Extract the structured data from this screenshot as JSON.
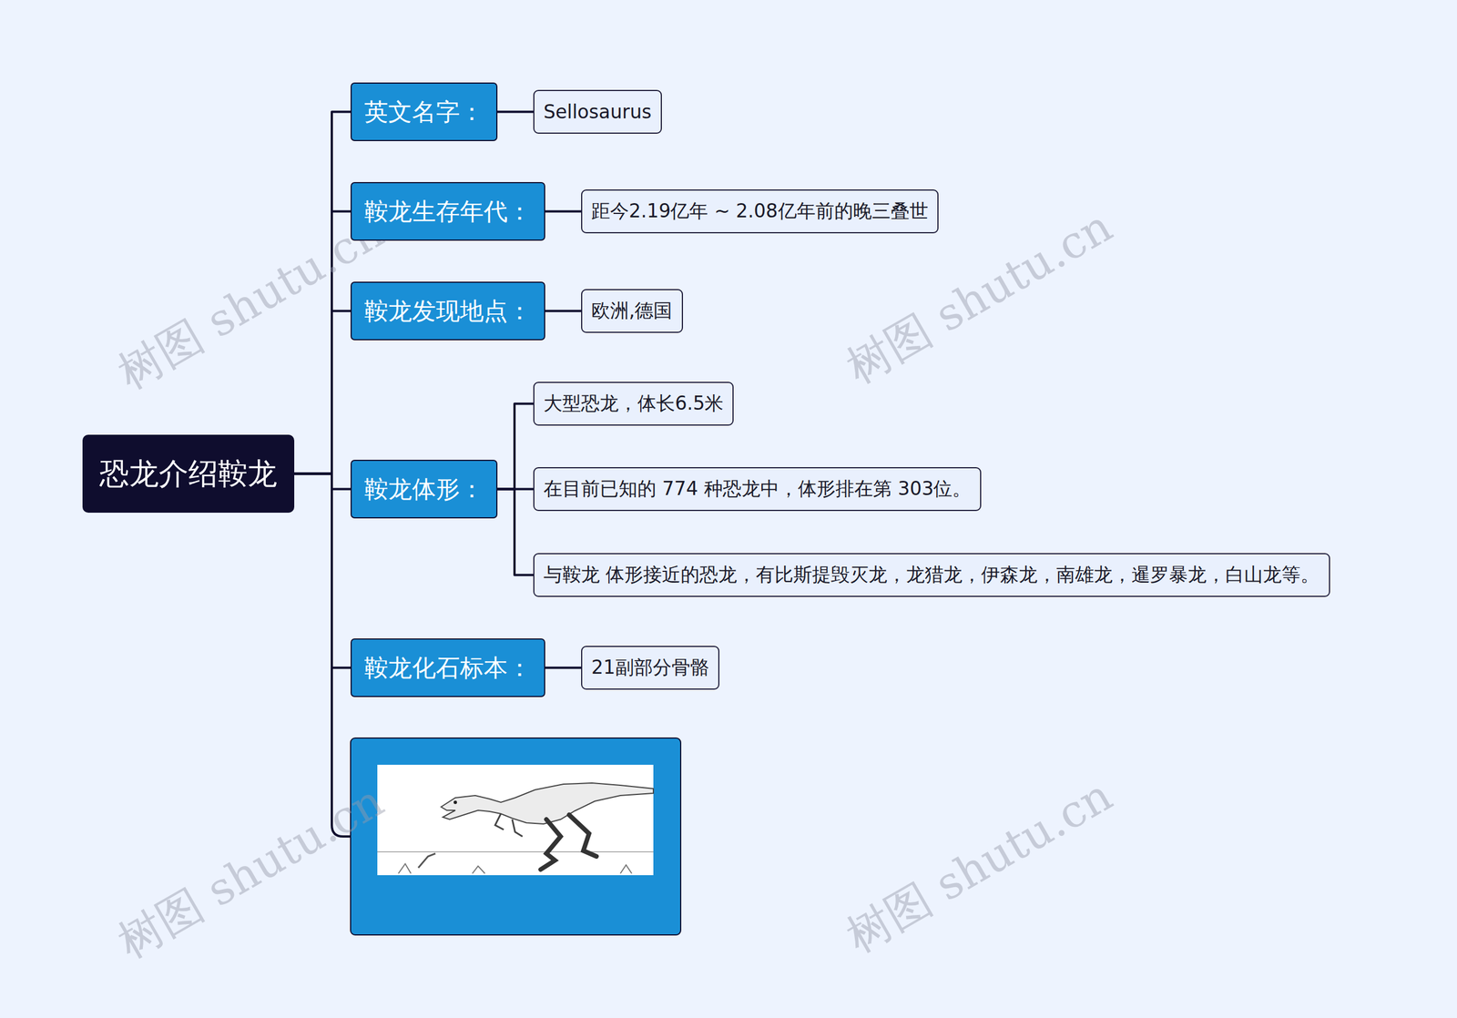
{
  "diagram": {
    "nodes": [
      {
        "text": [
          "恐龙介绍鞍龙"
        ]
      },
      {
        "text": [
          "英文名字："
        ]
      },
      {
        "text": [
          "Sellosaurus"
        ]
      },
      {
        "text": [
          "鞍龙生存年代："
        ]
      },
      {
        "text": [
          "距今2.19亿年 ~ 2.08亿年前的晚三叠世"
        ]
      },
      {
        "text": [
          "鞍龙发现地点："
        ]
      },
      {
        "text": [
          "欧洲,德国"
        ]
      },
      {
        "text": [
          "鞍龙体形："
        ]
      },
      {
        "text": [
          "大型恐龙，体长6.5米"
        ]
      },
      {
        "text": [
          "在目前已知的 774 种恐龙中，体形排在第 303位。"
        ]
      },
      {
        "text": [
          "与鞍龙 体形接近的恐龙，有比斯提毁灭龙，龙猎龙，伊森龙，南雄龙，暹罗暴龙，白山龙等。"
        ]
      },
      {
        "text": [
          "鞍龙化石标本："
        ]
      },
      {
        "text": [
          "21副部分骨骼"
        ]
      }
    ],
    "edges": [
      {
        "from": 0,
        "to": 1,
        "arrow": "none"
      },
      {
        "from": 0,
        "to": 3,
        "arrow": "none"
      },
      {
        "from": 0,
        "to": 5,
        "arrow": "none"
      },
      {
        "from": 0,
        "to": 7,
        "arrow": "none"
      },
      {
        "from": 0,
        "to": 11,
        "arrow": "none"
      },
      {
        "from": 1,
        "to": 2,
        "arrow": "none"
      },
      {
        "from": 3,
        "to": 4,
        "arrow": "none"
      },
      {
        "from": 5,
        "to": 6,
        "arrow": "none"
      },
      {
        "from": 7,
        "to": 8,
        "arrow": "none"
      },
      {
        "from": 7,
        "to": 9,
        "arrow": "none"
      },
      {
        "from": 7,
        "to": 10,
        "arrow": "none"
      },
      {
        "from": 11,
        "to": 12,
        "arrow": "none"
      }
    ],
    "labels": [
      "树图 shutu.cn",
      "树图 shutu.cn",
      "树图 shutu.cn",
      "树图 shutu.cn"
    ]
  }
}
